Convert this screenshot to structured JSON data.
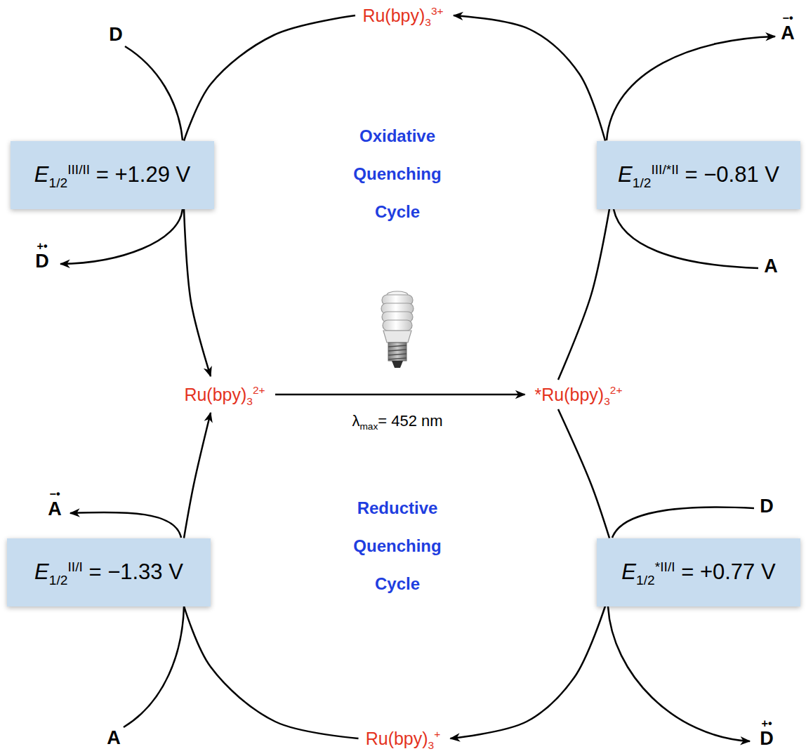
{
  "diagram": {
    "nodes": [
      {
        "text": [
          "Ru(bpy)33+"
        ]
      },
      {
        "text": [
          "E1/2III/II = +1.29 V"
        ]
      },
      {
        "text": [
          "E1/2III/*II = −0.81 V"
        ]
      },
      {
        "text": [
          "Ru(bpy)32+"
        ]
      },
      {
        "text": [
          "*Ru(bpy)32+"
        ]
      },
      {
        "text": [
          "E1/2II/I = −1.33 V"
        ]
      },
      {
        "text": [
          "E1/2*II/I = +0.77 V"
        ]
      },
      {
        "text": [
          "Ru(bpy)3+"
        ]
      }
    ],
    "edges": [
      {
        "from": 3,
        "to": 4,
        "arrow": "to",
        "label": "λmax= 452 nm"
      },
      {
        "from": 4,
        "to": 2,
        "arrow": "none"
      },
      {
        "from": 2,
        "to": 0,
        "arrow": "to"
      },
      {
        "from": 0,
        "to": 1,
        "arrow": "none"
      },
      {
        "from": 1,
        "to": 3,
        "arrow": "to"
      },
      {
        "from": 4,
        "to": 6,
        "arrow": "none"
      },
      {
        "from": 6,
        "to": 7,
        "arrow": "to"
      },
      {
        "from": 7,
        "to": 5,
        "arrow": "none"
      },
      {
        "from": 5,
        "to": 3,
        "arrow": "to"
      }
    ],
    "labels": [
      "D",
      "A−•",
      "Oxidative Quenching Cycle",
      "D+•",
      "A",
      "A−•",
      "D",
      "Reductive Quenching Cycle",
      "A",
      "D+•"
    ]
  }
}
